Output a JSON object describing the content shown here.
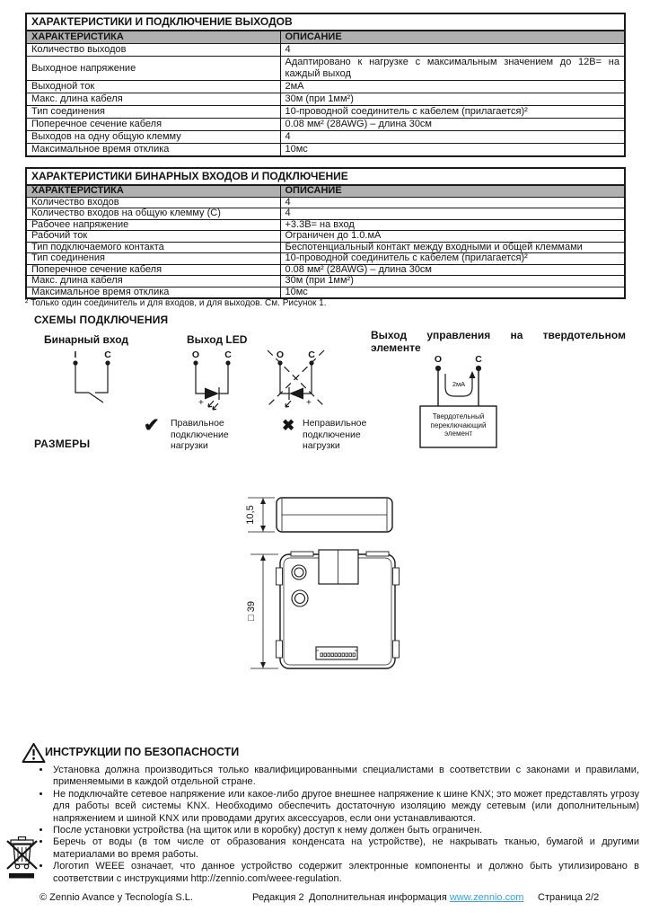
{
  "colors": {
    "table_header_bg": "#b0b0b0",
    "link": "#35a3dd",
    "text": "#141414"
  },
  "tables": [
    {
      "title": "ХАРАКТЕРИСТИКИ И ПОДКЛЮЧЕНИЕ ВЫХОДОВ",
      "col1": "ХАРАКТЕРИСТИКА",
      "col2": "ОПИСАНИЕ",
      "rows": [
        {
          "label": "Количество выходов",
          "value": "4"
        },
        {
          "label": "Выходное напряжение",
          "value": "Адаптировано к нагрузке с максимальным значением до 12В= на каждый выход"
        },
        {
          "label": "Выходной ток",
          "value": "2мА"
        },
        {
          "label": "Макс. длина кабеля",
          "value": "30м (при 1мм²)"
        },
        {
          "label": "Тип соединения",
          "value": "10-проводной соединитель с кабелем (прилагается)²"
        },
        {
          "label": "Поперечное сечение кабеля",
          "value": "0.08 мм² (28AWG) – длина 30см"
        },
        {
          "label": "Выходов на одну общую клемму",
          "value": "4"
        },
        {
          "label": "Максимальное время отклика",
          "value": "10мс"
        }
      ]
    },
    {
      "title": "ХАРАКТЕРИСТИКИ БИНАРНЫХ ВХОДОВ И ПОДКЛЮЧЕНИЕ",
      "col1": "ХАРАКТЕРИСТИКА",
      "col2": "ОПИСАНИЕ",
      "rows": [
        {
          "label": "Количество входов",
          "value": "4"
        },
        {
          "label": "Количество входов на общую клемму (C)",
          "value": "4"
        },
        {
          "label": "Рабочее напряжение",
          "value": "+3.3В= на вход"
        },
        {
          "label": "Рабочий ток",
          "value": "Ограничен до 1.0.мА"
        },
        {
          "label": "Тип подключаемого контакта",
          "value": "Беспотенциальный контакт между входными и общей клеммами"
        },
        {
          "label": "Тип соединения",
          "value": "10-проводной соединитель с кабелем (прилагается)²"
        },
        {
          "label": "Поперечное сечение кабеля",
          "value": "0.08 мм² (28AWG) – длина 30см"
        },
        {
          "label": "Макс. длина кабеля",
          "value": "30м (при 1мм²)"
        },
        {
          "label": "Максимальное время отклика",
          "value": "10мс"
        }
      ]
    }
  ],
  "footnote": "² Только один соединитель и для входов, и для выходов. См. Рисунок 1.",
  "diagrams": {
    "heading": "СХЕМЫ ПОДКЛЮЧЕНИЯ",
    "binary_label": "Бинарный вход",
    "led_label": "Выход LED",
    "ss_words": [
      "Выход",
      "управления",
      "на",
      "твердотельном"
    ],
    "ss_line2": "элементе",
    "t_i": "I",
    "t_c": "C",
    "t_o": "O",
    "plus": "+",
    "current_label": "2мА",
    "ss_box": "Твердотельный переключающий элемент",
    "check_icon": "✔",
    "cross_icon": "✖",
    "correct_label": "Правильное подключение нагрузки",
    "incorrect_label": "Неправильное подключение нагрузки"
  },
  "dimensions": {
    "heading": "РАЗМЕРЫ",
    "depth_label": "10,5",
    "side_label": "□ 39"
  },
  "safety": {
    "title": "ИНСТРУКЦИИ ПО БЕЗОПАСНОСТИ",
    "bullets": [
      "Установка должна производиться только квалифицированными специалистами в соответствии с законами и правилами, применяемыми в каждой отдельной стране.",
      "Не подключайте сетевое напряжение или какое-либо другое внешнее напряжение к шине KNX; это может представлять угрозу для работы всей системы KNX. Необходимо обеспечить достаточную изоляцию между сетевым (или дополнительным) напряжением и шиной KNX или проводами других аксессуаров, если они устанавливаются.",
      "После установки устройства (на щиток или в коробку) доступ к нему должен быть ограничен.",
      "Беречь от воды (в том числе от образования конденсата на устройстве), не накрывать тканью, бумагой и другими материалами во время работы.",
      "Логотип WEEE означает, что данное устройство содержит электронные компоненты и должно быть утилизировано в соответствии с инструкциями http://zennio.com/weee-regulation."
    ]
  },
  "footer": {
    "copyright": "© Zennio Avance y Tecnología S.L.",
    "revision": "Редакция 2",
    "info_label": "Дополнительная информация",
    "info_link": "www.zennio.com",
    "page": "Страница 2/2"
  }
}
